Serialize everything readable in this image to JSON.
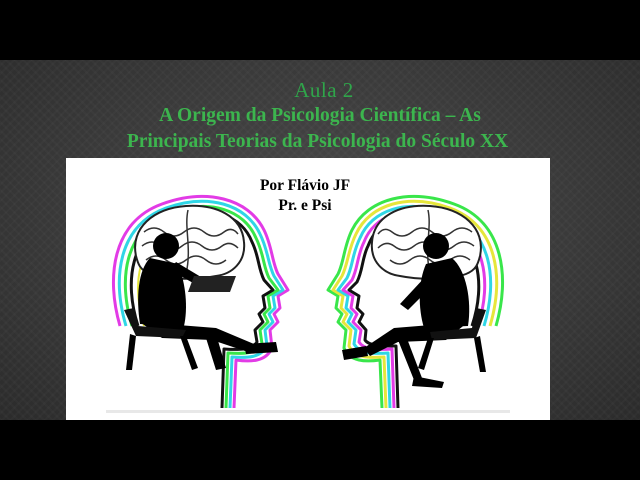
{
  "slide": {
    "lesson_label": "Aula 2",
    "title_line_1": "A Origem da Psicologia Científica – As",
    "title_line_2": "Principais Teorias da Psicologia do Século XX"
  },
  "illustration": {
    "author_name": "Por Flávio JF",
    "author_role": "Pr. e Psi"
  },
  "colors": {
    "title_green": "#3cb54e",
    "slide_background": "#3a3a3a",
    "neon_green": "#39e64a",
    "neon_magenta": "#e23be6",
    "neon_cyan": "#2fd6e6",
    "neon_yellow": "#e6e63a"
  }
}
